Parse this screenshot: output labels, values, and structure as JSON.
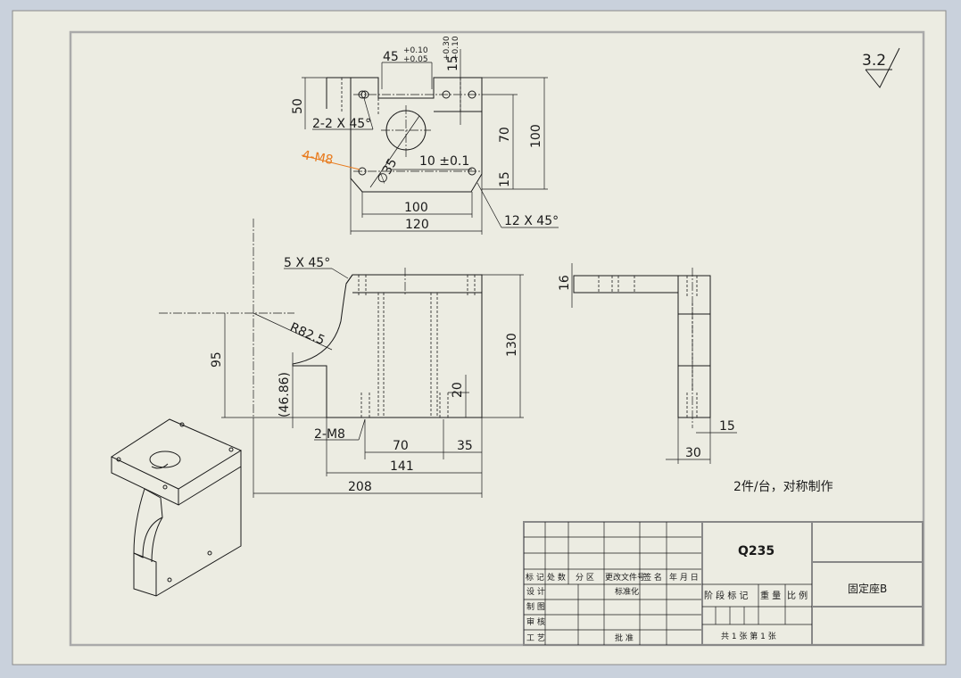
{
  "drawing": {
    "roughness": "3.2",
    "note": "2件/台，对称制作",
    "top_view": {
      "dim_45": "45",
      "tol_45_upper": "+0.10",
      "tol_45_lower": "+0.05",
      "dim_15": "15",
      "tol_15_upper": "+0.30",
      "tol_15_lower": "+0.10",
      "dim_50": "50",
      "chamfer_2": "2-2 X 45°",
      "thread_4m8": "4-M8",
      "dia_35": "∅35",
      "dim_10": "10 ±0.1",
      "dim_70": "70",
      "dim_100_v": "100",
      "dim_15_b": "15",
      "dim_100_h": "100",
      "dim_120": "120",
      "chamfer_12": "12 X 45°"
    },
    "front_view": {
      "chamfer_5": "5 X 45°",
      "radius": "R82.5",
      "dim_95": "95",
      "dim_4686": "(46.86)",
      "dim_130": "130",
      "dim_20": "20",
      "thread_2m8": "2-M8",
      "dim_70": "70",
      "dim_35": "35",
      "dim_141": "141",
      "dim_208": "208"
    },
    "side_view": {
      "dim_16": "16",
      "dim_15": "15",
      "dim_30": "30"
    }
  },
  "title_block": {
    "material": "Q235",
    "part_name": "固定座B",
    "col_mark": "标 记",
    "col_count": "处 数",
    "col_zone": "分 区",
    "col_docno": "更改文件号",
    "col_sign": "签 名",
    "col_date": "年 月 日",
    "row_design": "设 计",
    "row_draw": "制 图",
    "row_check": "审 核",
    "row_process": "工 艺",
    "standardize": "标准化",
    "approve": "批 准",
    "stage_mark": "阶 段 标 记",
    "weight": "重 量",
    "scale": "比 例",
    "sheets": "共 1 张   第 1 张"
  }
}
